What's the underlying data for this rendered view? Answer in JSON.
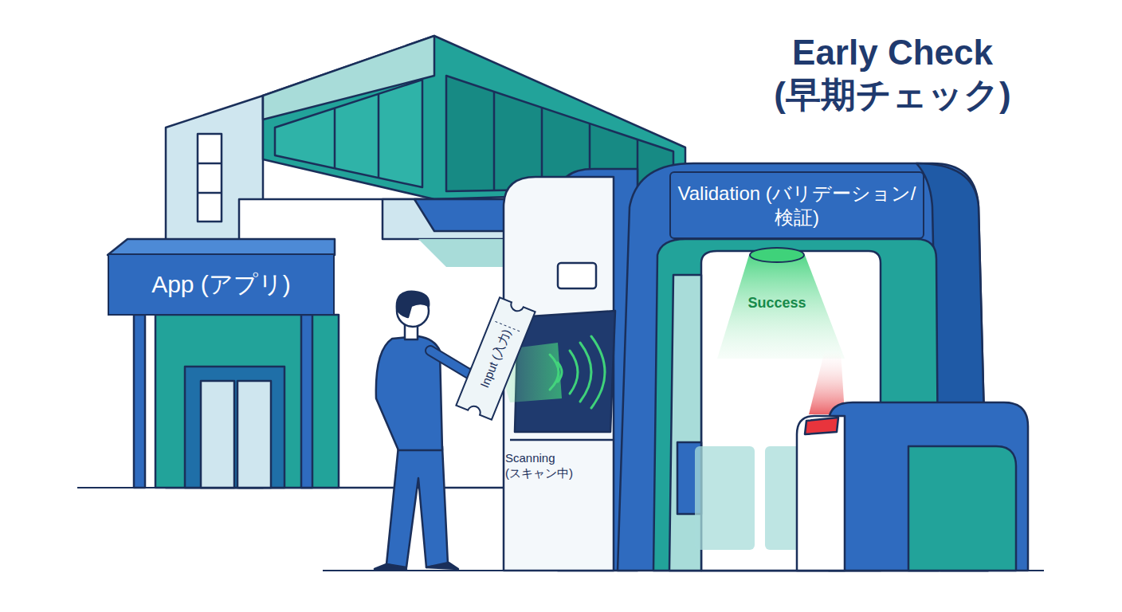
{
  "diagram": {
    "title": "Early Check (早期チェック)",
    "nodes": [
      {
        "text": [
          "App (アプリ)"
        ]
      },
      {
        "text": [
          "Input (入力)"
        ]
      },
      {
        "text": [
          "Scanning (スキャン中)"
        ]
      },
      {
        "text": [
          "Validation (バリデーション/検証)"
        ]
      }
    ],
    "labels": [
      "Success"
    ]
  }
}
